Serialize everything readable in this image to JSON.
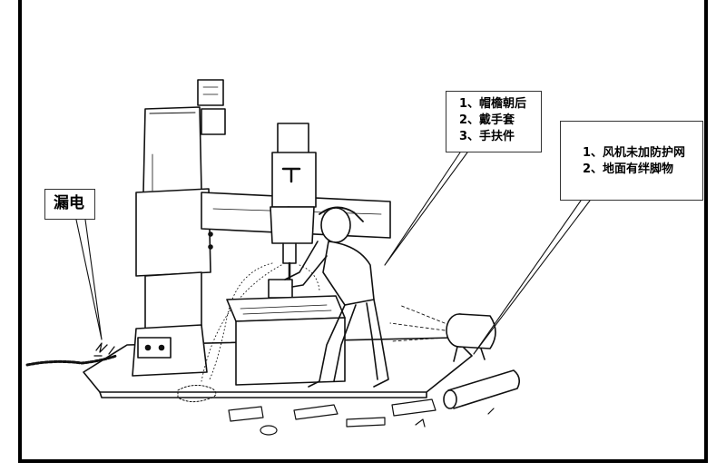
{
  "callouts": {
    "leak": {
      "text": "漏电"
    },
    "worker": {
      "lines": [
        "1、帽檐朝后",
        "2、戴手套",
        "3、手扶件"
      ]
    },
    "fan": {
      "lines": [
        "1、风机未加防护网",
        "2、地面有绊脚物"
      ]
    }
  },
  "colors": {
    "ink": "#111111",
    "paper": "#ffffff",
    "frame": "#000000"
  }
}
